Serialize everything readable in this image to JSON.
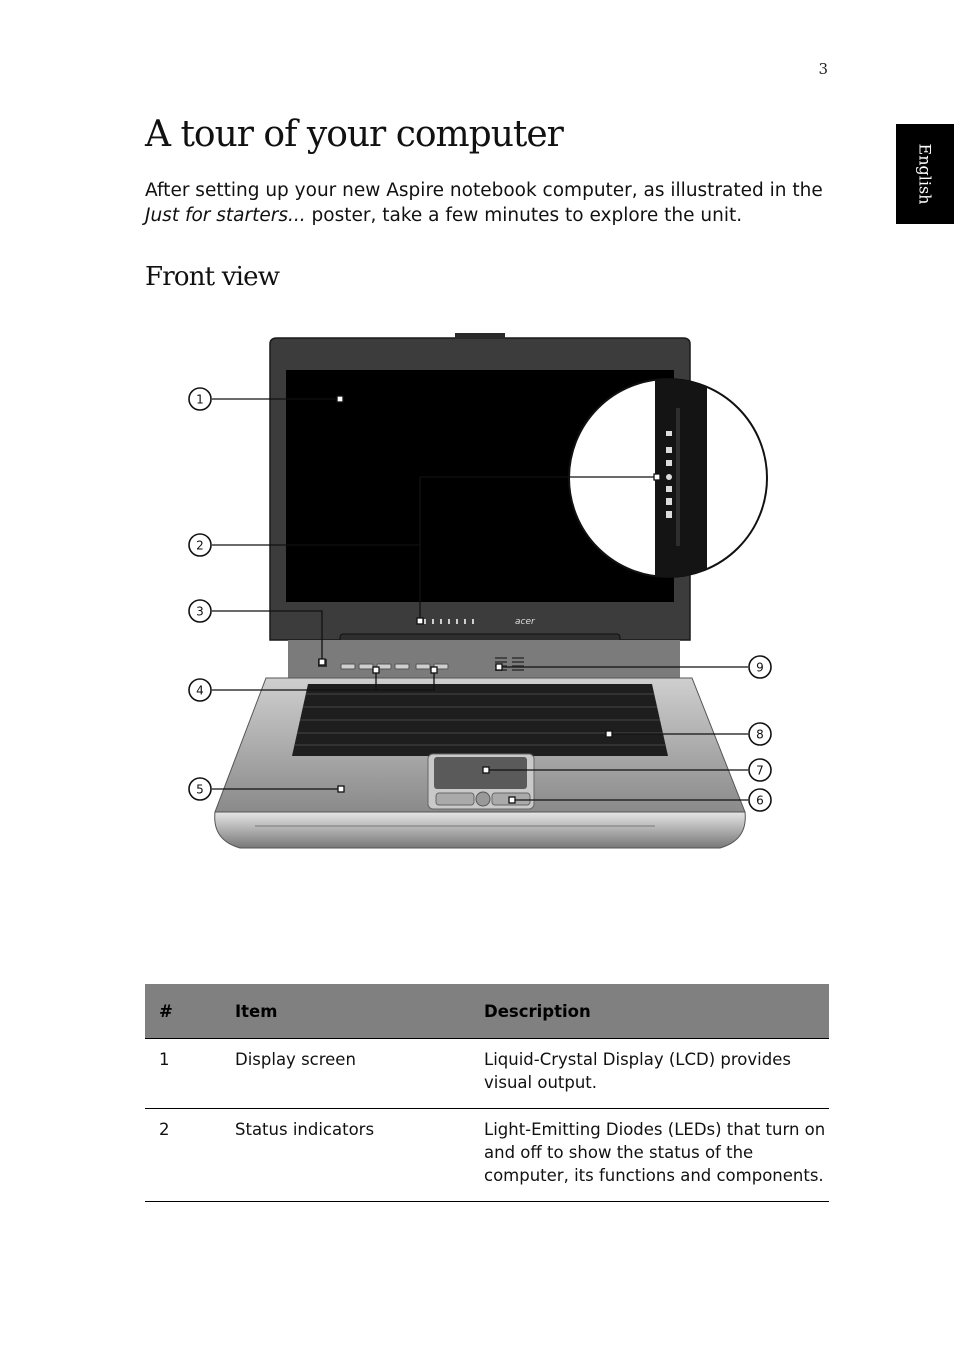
{
  "page": {
    "number": "3",
    "language_tab": "English",
    "title": "A tour of your computer",
    "intro": {
      "before": "After setting up your new Aspire notebook computer, as illustrated in the ",
      "emphasis": "Just for starters...",
      "after": " poster, take a few minutes to explore the unit."
    },
    "section_title": "Front view"
  },
  "figure": {
    "callouts": [
      "1",
      "2",
      "3",
      "4",
      "5",
      "6",
      "7",
      "8",
      "9"
    ],
    "logo_text": "acer"
  },
  "table": {
    "headers": {
      "num": "#",
      "item": "Item",
      "description": "Description"
    },
    "rows": [
      {
        "num": "1",
        "item": "Display screen",
        "description": "Liquid-Crystal Display (LCD) provides visual output."
      },
      {
        "num": "2",
        "item": "Status indicators",
        "description": "Light-Emitting Diodes (LEDs) that turn on and off to show the status of the computer, its functions and components."
      }
    ]
  },
  "colors": {
    "tab": "#000000",
    "table_header": "#808080"
  }
}
